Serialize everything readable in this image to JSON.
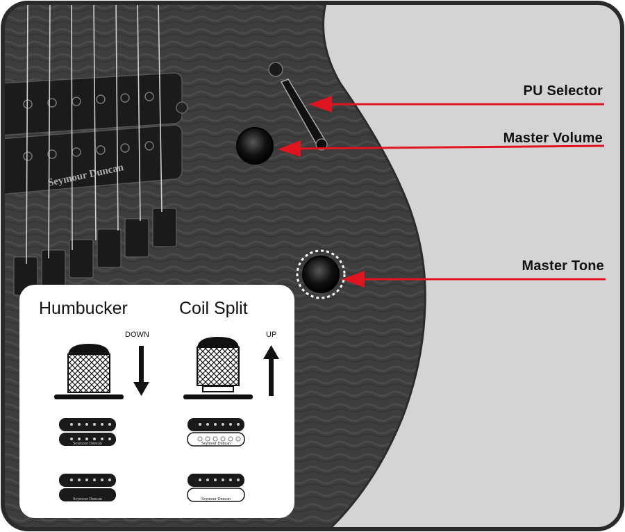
{
  "callouts": {
    "pu_selector": "PU Selector",
    "master_volume": "Master Volume",
    "master_tone": "Master Tone"
  },
  "legend": {
    "humbucker": {
      "title": "Humbucker",
      "direction": "DOWN"
    },
    "coil_split": {
      "title": "Coil Split",
      "direction": "UP"
    }
  },
  "brand_text": "Seymour Duncan",
  "colors": {
    "arrow_red": "#e0141e",
    "body_dark": "#3a3a3a",
    "background_gray": "#d4d4d4",
    "frame": "#2a2a2a"
  }
}
